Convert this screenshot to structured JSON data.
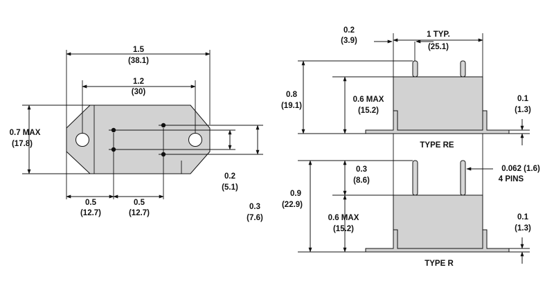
{
  "top_view": {
    "overall_length": {
      "value": "1.5",
      "metric": "(38.1)"
    },
    "hole_spacing": {
      "value": "1.2",
      "metric": "(30)"
    },
    "height_max": {
      "value": "0.7 MAX",
      "metric": "(17.8)"
    },
    "offset_left": {
      "value": "0.5",
      "metric": "(12.7)"
    },
    "pin_spacing_x": {
      "value": "0.5",
      "metric": "(12.7)"
    },
    "pin_spacing_y": {
      "value": "0.2",
      "metric": "(5.1)"
    },
    "pin_offset_y": {
      "value": "0.3",
      "metric": "(7.6)"
    }
  },
  "type_re": {
    "caption": "TYPE RE",
    "pin_offset": {
      "value": "0.2",
      "metric": "(3.9)"
    },
    "pitch": {
      "value": "1 TYP.",
      "metric": "(25.1)"
    },
    "overall_height": {
      "value": "0.8",
      "metric": "(19.1)"
    },
    "body_height": {
      "value": "0.6 MAX",
      "metric": "(15.2)"
    },
    "flange": {
      "value": "0.1",
      "metric": "(1.3)"
    }
  },
  "type_r": {
    "caption": "TYPE R",
    "pin_length": {
      "value": "0.3",
      "metric": "(8.6)"
    },
    "pin_dia": {
      "value": "0.062 (1.6)",
      "count": "4 PINS"
    },
    "overall_height": {
      "value": "0.9",
      "metric": "(22.9)"
    },
    "body_height": {
      "value": "0.6 MAX",
      "metric": "(15.2)"
    },
    "flange": {
      "value": "0.1",
      "metric": "(1.3)"
    }
  }
}
